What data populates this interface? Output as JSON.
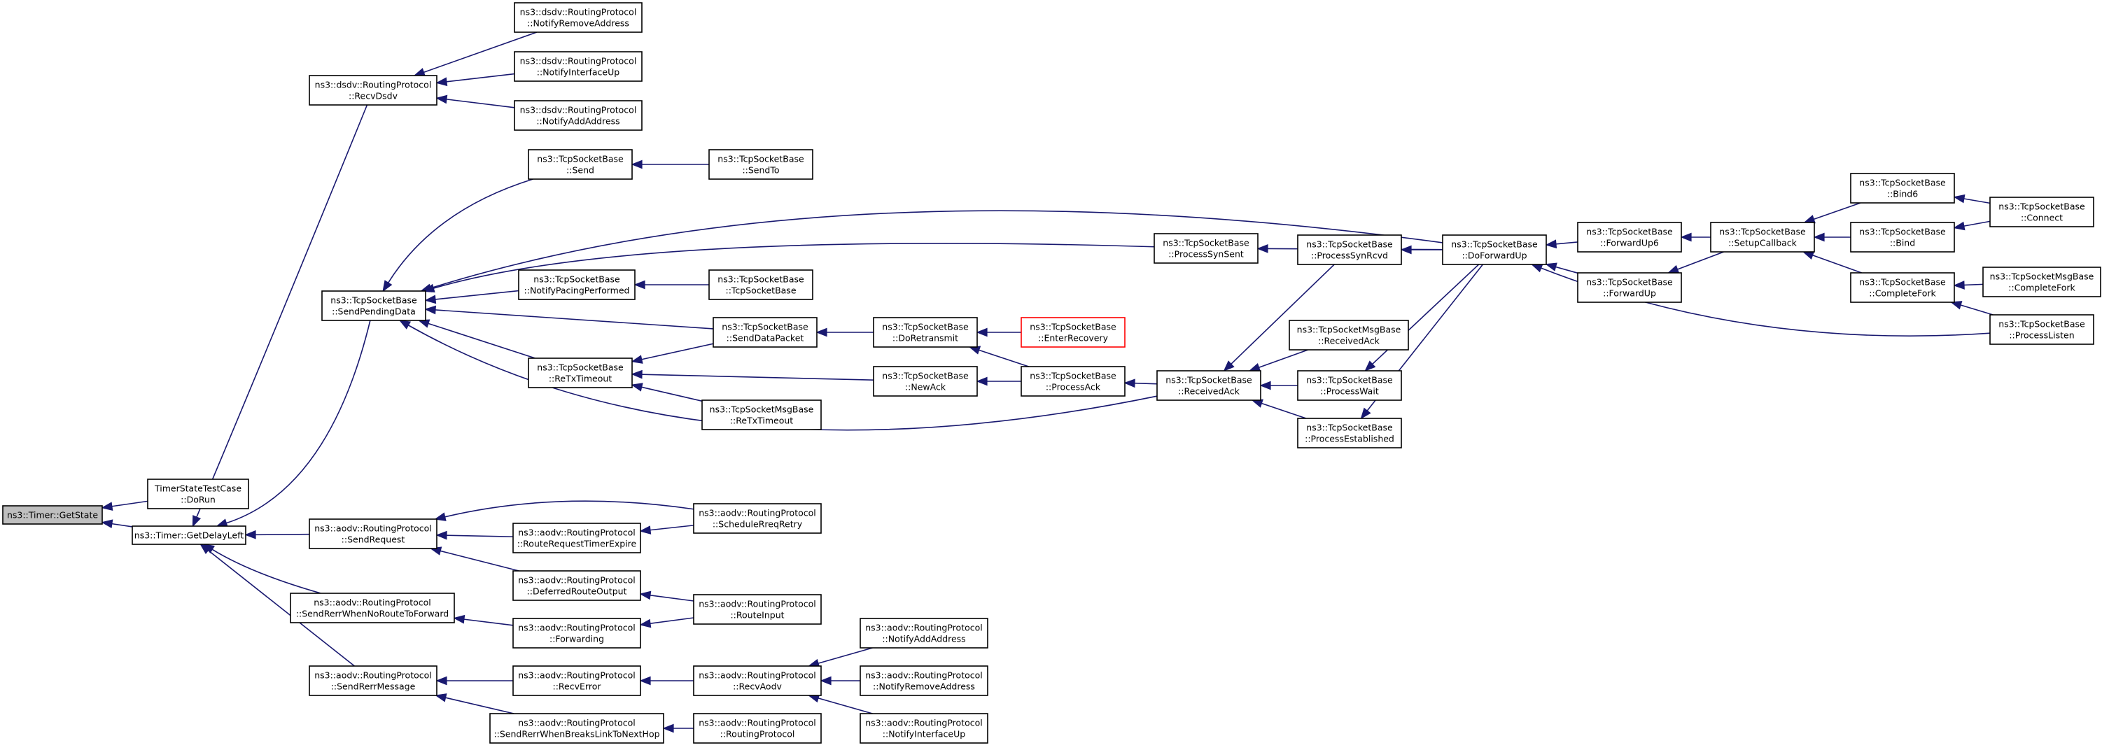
{
  "graph": {
    "colors": {
      "edge": "#191970",
      "node_border": "#000000",
      "root_fill": "#bfbfbf",
      "highlight_border": "#ff0000",
      "background": "#ffffff"
    },
    "nodes": [
      {
        "id": "n_getstate",
        "lines": [
          "ns3::Timer::GetState"
        ],
        "style": "root"
      },
      {
        "id": "n_timertest",
        "lines": [
          "TimerStateTestCase",
          "::DoRun"
        ]
      },
      {
        "id": "n_getdelay",
        "lines": [
          "ns3::Timer::GetDelayLeft"
        ]
      },
      {
        "id": "n_dsdv_recv",
        "lines": [
          "ns3::dsdv::RoutingProtocol",
          "::RecvDsdv"
        ]
      },
      {
        "id": "n_dsdv_rem",
        "lines": [
          "ns3::dsdv::RoutingProtocol",
          "::NotifyRemoveAddress"
        ]
      },
      {
        "id": "n_dsdv_up",
        "lines": [
          "ns3::dsdv::RoutingProtocol",
          "::NotifyInterfaceUp"
        ]
      },
      {
        "id": "n_dsdv_add",
        "lines": [
          "ns3::dsdv::RoutingProtocol",
          "::NotifyAddAddress"
        ]
      },
      {
        "id": "n_sendpending",
        "lines": [
          "ns3::TcpSocketBase",
          "::SendPendingData"
        ]
      },
      {
        "id": "n_send",
        "lines": [
          "ns3::TcpSocketBase",
          "::Send"
        ]
      },
      {
        "id": "n_sendto",
        "lines": [
          "ns3::TcpSocketBase",
          "::SendTo"
        ]
      },
      {
        "id": "n_pacing",
        "lines": [
          "ns3::TcpSocketBase",
          "::NotifyPacingPerformed"
        ]
      },
      {
        "id": "n_tcpctor",
        "lines": [
          "ns3::TcpSocketBase",
          "::TcpSocketBase"
        ]
      },
      {
        "id": "n_retx",
        "lines": [
          "ns3::TcpSocketBase",
          "::ReTxTimeout"
        ]
      },
      {
        "id": "n_msgretx",
        "lines": [
          "ns3::TcpSocketMsgBase",
          "::ReTxTimeout"
        ]
      },
      {
        "id": "n_senddata",
        "lines": [
          "ns3::TcpSocketBase",
          "::SendDataPacket"
        ]
      },
      {
        "id": "n_doretx",
        "lines": [
          "ns3::TcpSocketBase",
          "::DoRetransmit"
        ]
      },
      {
        "id": "n_enterrec",
        "lines": [
          "ns3::TcpSocketBase",
          "::EnterRecovery"
        ],
        "style": "red"
      },
      {
        "id": "n_newack",
        "lines": [
          "ns3::TcpSocketBase",
          "::NewAck"
        ]
      },
      {
        "id": "n_processack",
        "lines": [
          "ns3::TcpSocketBase",
          "::ProcessAck"
        ]
      },
      {
        "id": "n_receivedack",
        "lines": [
          "ns3::TcpSocketBase",
          "::ReceivedAck"
        ]
      },
      {
        "id": "n_synsent",
        "lines": [
          "ns3::TcpSocketBase",
          "::ProcessSynSent"
        ]
      },
      {
        "id": "n_synrcvd",
        "lines": [
          "ns3::TcpSocketBase",
          "::ProcessSynRcvd"
        ]
      },
      {
        "id": "n_msgrecvack",
        "lines": [
          "ns3::TcpSocketMsgBase",
          "::ReceivedAck"
        ]
      },
      {
        "id": "n_procwait",
        "lines": [
          "ns3::TcpSocketBase",
          "::ProcessWait"
        ]
      },
      {
        "id": "n_procest",
        "lines": [
          "ns3::TcpSocketBase",
          "::ProcessEstablished"
        ]
      },
      {
        "id": "n_doforward",
        "lines": [
          "ns3::TcpSocketBase",
          "::DoForwardUp"
        ]
      },
      {
        "id": "n_forwardup6",
        "lines": [
          "ns3::TcpSocketBase",
          "::ForwardUp6"
        ]
      },
      {
        "id": "n_forwardup",
        "lines": [
          "ns3::TcpSocketBase",
          "::ForwardUp"
        ]
      },
      {
        "id": "n_setupcb",
        "lines": [
          "ns3::TcpSocketBase",
          "::SetupCallback"
        ]
      },
      {
        "id": "n_bind6",
        "lines": [
          "ns3::TcpSocketBase",
          "::Bind6"
        ]
      },
      {
        "id": "n_bind",
        "lines": [
          "ns3::TcpSocketBase",
          "::Bind"
        ]
      },
      {
        "id": "n_connect",
        "lines": [
          "ns3::TcpSocketBase",
          "::Connect"
        ]
      },
      {
        "id": "n_completefork",
        "lines": [
          "ns3::TcpSocketBase",
          "::CompleteFork"
        ]
      },
      {
        "id": "n_msgcompletefork",
        "lines": [
          "ns3::TcpSocketMsgBase",
          "::CompleteFork"
        ]
      },
      {
        "id": "n_proclisten",
        "lines": [
          "ns3::TcpSocketBase",
          "::ProcessListen"
        ]
      },
      {
        "id": "n_aodv_sendreq",
        "lines": [
          "ns3::aodv::RoutingProtocol",
          "::SendRequest"
        ]
      },
      {
        "id": "n_aodv_sched",
        "lines": [
          "ns3::aodv::RoutingProtocol",
          "::ScheduleRreqRetry"
        ]
      },
      {
        "id": "n_aodv_rrte",
        "lines": [
          "ns3::aodv::RoutingProtocol",
          "::RouteRequestTimerExpire"
        ]
      },
      {
        "id": "n_aodv_defer",
        "lines": [
          "ns3::aodv::RoutingProtocol",
          "::DeferredRouteOutput"
        ]
      },
      {
        "id": "n_aodv_noroute",
        "lines": [
          "ns3::aodv::RoutingProtocol",
          "::SendRerrWhenNoRouteToForward"
        ]
      },
      {
        "id": "n_aodv_fwd",
        "lines": [
          "ns3::aodv::RoutingProtocol",
          "::Forwarding"
        ]
      },
      {
        "id": "n_aodv_rinput",
        "lines": [
          "ns3::aodv::RoutingProtocol",
          "::RouteInput"
        ]
      },
      {
        "id": "n_aodv_rerrmsg",
        "lines": [
          "ns3::aodv::RoutingProtocol",
          "::SendRerrMessage"
        ]
      },
      {
        "id": "n_aodv_recverr",
        "lines": [
          "ns3::aodv::RoutingProtocol",
          "::RecvError"
        ]
      },
      {
        "id": "n_aodv_recvaodv",
        "lines": [
          "ns3::aodv::RoutingProtocol",
          "::RecvAodv"
        ]
      },
      {
        "id": "n_aodv_add",
        "lines": [
          "ns3::aodv::RoutingProtocol",
          "::NotifyAddAddress"
        ]
      },
      {
        "id": "n_aodv_rem",
        "lines": [
          "ns3::aodv::RoutingProtocol",
          "::NotifyRemoveAddress"
        ]
      },
      {
        "id": "n_aodv_up",
        "lines": [
          "ns3::aodv::RoutingProtocol",
          "::NotifyInterfaceUp"
        ]
      },
      {
        "id": "n_aodv_breaks",
        "lines": [
          "ns3::aodv::RoutingProtocol",
          "::SendRerrWhenBreaksLinkToNextHop"
        ]
      },
      {
        "id": "n_aodv_ctor",
        "lines": [
          "ns3::aodv::RoutingProtocol",
          "::RoutingProtocol"
        ]
      }
    ],
    "edges": [
      {
        "from": "n_timertest",
        "to": "n_getstate"
      },
      {
        "from": "n_getdelay",
        "to": "n_getstate"
      },
      {
        "from": "n_dsdv_recv",
        "to": "n_getdelay"
      },
      {
        "from": "n_dsdv_rem",
        "to": "n_dsdv_recv"
      },
      {
        "from": "n_dsdv_up",
        "to": "n_dsdv_recv"
      },
      {
        "from": "n_dsdv_add",
        "to": "n_dsdv_recv"
      },
      {
        "from": "n_sendpending",
        "to": "n_getdelay"
      },
      {
        "from": "n_send",
        "to": "n_sendpending"
      },
      {
        "from": "n_sendto",
        "to": "n_send"
      },
      {
        "from": "n_pacing",
        "to": "n_sendpending"
      },
      {
        "from": "n_tcpctor",
        "to": "n_pacing"
      },
      {
        "from": "n_retx",
        "to": "n_sendpending"
      },
      {
        "from": "n_msgretx",
        "to": "n_retx"
      },
      {
        "from": "n_senddata",
        "to": "n_sendpending"
      },
      {
        "from": "n_senddata",
        "to": "n_retx"
      },
      {
        "from": "n_doretx",
        "to": "n_senddata"
      },
      {
        "from": "n_enterrec",
        "to": "n_doretx"
      },
      {
        "from": "n_processack",
        "to": "n_doretx"
      },
      {
        "from": "n_newack",
        "to": "n_retx"
      },
      {
        "from": "n_processack",
        "to": "n_newack"
      },
      {
        "from": "n_receivedack",
        "to": "n_processack"
      },
      {
        "from": "n_receivedack",
        "to": "n_sendpending"
      },
      {
        "from": "n_synsent",
        "to": "n_sendpending"
      },
      {
        "from": "n_doforward",
        "to": "n_sendpending"
      },
      {
        "from": "n_doforward",
        "to": "n_synsent"
      },
      {
        "from": "n_synrcvd",
        "to": "n_receivedack"
      },
      {
        "from": "n_msgrecvack",
        "to": "n_receivedack"
      },
      {
        "from": "n_procwait",
        "to": "n_receivedack"
      },
      {
        "from": "n_procest",
        "to": "n_receivedack"
      },
      {
        "from": "n_doforward",
        "to": "n_synrcvd"
      },
      {
        "from": "n_doforward",
        "to": "n_procwait"
      },
      {
        "from": "n_doforward",
        "to": "n_procest"
      },
      {
        "from": "n_forwardup6",
        "to": "n_doforward"
      },
      {
        "from": "n_forwardup",
        "to": "n_doforward"
      },
      {
        "from": "n_setupcb",
        "to": "n_forwardup6"
      },
      {
        "from": "n_setupcb",
        "to": "n_forwardup"
      },
      {
        "from": "n_bind6",
        "to": "n_setupcb"
      },
      {
        "from": "n_bind",
        "to": "n_setupcb"
      },
      {
        "from": "n_completefork",
        "to": "n_setupcb"
      },
      {
        "from": "n_connect",
        "to": "n_bind6"
      },
      {
        "from": "n_connect",
        "to": "n_bind"
      },
      {
        "from": "n_msgcompletefork",
        "to": "n_completefork"
      },
      {
        "from": "n_proclisten",
        "to": "n_completefork"
      },
      {
        "from": "n_proclisten",
        "to": "n_doforward"
      },
      {
        "from": "n_aodv_sendreq",
        "to": "n_getdelay"
      },
      {
        "from": "n_aodv_sched",
        "to": "n_aodv_sendreq"
      },
      {
        "from": "n_aodv_rrte",
        "to": "n_aodv_sendreq"
      },
      {
        "from": "n_aodv_sched",
        "to": "n_aodv_rrte"
      },
      {
        "from": "n_aodv_defer",
        "to": "n_aodv_sendreq"
      },
      {
        "from": "n_aodv_rinput",
        "to": "n_aodv_defer"
      },
      {
        "from": "n_aodv_noroute",
        "to": "n_getdelay"
      },
      {
        "from": "n_aodv_fwd",
        "to": "n_aodv_noroute"
      },
      {
        "from": "n_aodv_rinput",
        "to": "n_aodv_fwd"
      },
      {
        "from": "n_aodv_rerrmsg",
        "to": "n_getdelay"
      },
      {
        "from": "n_aodv_recverr",
        "to": "n_aodv_rerrmsg"
      },
      {
        "from": "n_aodv_breaks",
        "to": "n_aodv_rerrmsg"
      },
      {
        "from": "n_aodv_recvaodv",
        "to": "n_aodv_recverr"
      },
      {
        "from": "n_aodv_add",
        "to": "n_aodv_recvaodv"
      },
      {
        "from": "n_aodv_rem",
        "to": "n_aodv_recvaodv"
      },
      {
        "from": "n_aodv_up",
        "to": "n_aodv_recvaodv"
      },
      {
        "from": "n_aodv_ctor",
        "to": "n_aodv_breaks"
      }
    ]
  }
}
